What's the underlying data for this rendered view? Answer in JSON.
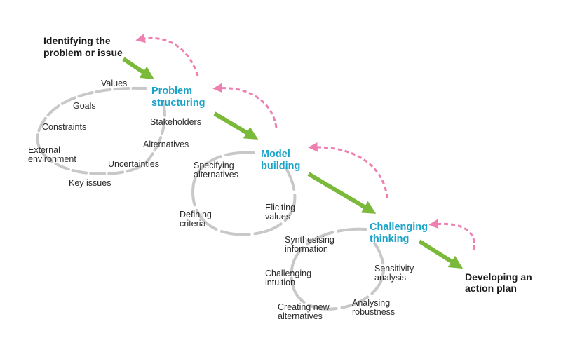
{
  "colors": {
    "accent_blue": "#1aa3c8",
    "arrow_green": "#7bb93b",
    "arrow_pink": "#ee7fb0",
    "loop_gray": "#c8c8c8",
    "text_dark": "#1a1a1a"
  },
  "start_label": [
    "Identifying the",
    "problem or issue"
  ],
  "end_label": [
    "Developing an",
    "action plan"
  ],
  "stages": [
    {
      "title": [
        "Problem",
        "structuring"
      ],
      "items": [
        "Values",
        "Goals",
        "Constraints",
        "External|environment",
        "Key issues",
        "Uncertainties",
        "Alternatives",
        "Stakeholders"
      ]
    },
    {
      "title": [
        "Model",
        "building"
      ],
      "items": [
        "Specifying|alternatives",
        "Defining|criteria",
        "Eliciting|values"
      ]
    },
    {
      "title": [
        "Challenging",
        "thinking"
      ],
      "items": [
        "Synthesising|information",
        "Challenging|intuition",
        "Creating new|alternatives",
        "Analysing|robustness",
        "Sensitivity|analysis"
      ]
    }
  ]
}
